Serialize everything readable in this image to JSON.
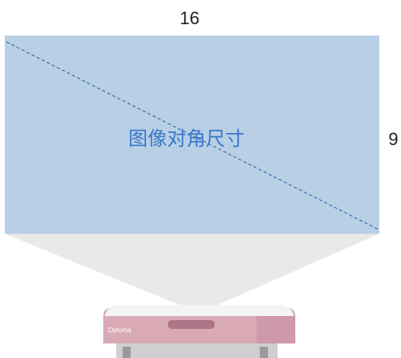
{
  "diagram": {
    "width_label": "16",
    "height_label": "9",
    "diagonal_label": "图像对角尺寸",
    "projector_brand": "Optoma"
  },
  "colors": {
    "screen_fill": "#b8cfe6",
    "diagonal_line": "#3a6ea8",
    "diagonal_text": "#3a78c8",
    "beam": "#e9e9e9",
    "projector_body": "#d9a9b6",
    "projector_top": "#f4f4f4"
  },
  "icons": [
    "projector-icon"
  ]
}
